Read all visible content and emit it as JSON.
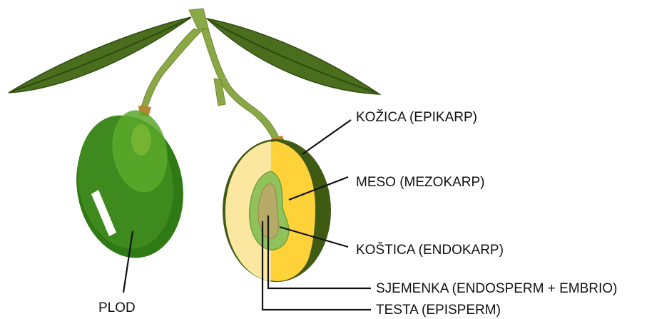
{
  "labels": {
    "plod": "PLOD",
    "kozica": "KOŽICA  (EPIKARP)",
    "meso": "MESO  (MEZOKARP)",
    "kostica": "KOŠTICA  (ENDOKARP)",
    "sjemenka": "SJEMENKA (ENDOSPERM + EMBRIO)",
    "testa": "TESTA (EPISPERM)"
  },
  "colors": {
    "leaf": "#4a6e1e",
    "leaf_midrib": "#2d4a0c",
    "stem": "#8aa845",
    "whole_fruit": "#3f8a1e",
    "whole_fruit_highlight": "#5aa82a",
    "skin": "#3f5a12",
    "flesh": "#ffd23a",
    "flesh_light": "#fbe7a0",
    "pit": "#8fc25a",
    "seed": "#b5ab66",
    "leader_line": "#111111"
  }
}
